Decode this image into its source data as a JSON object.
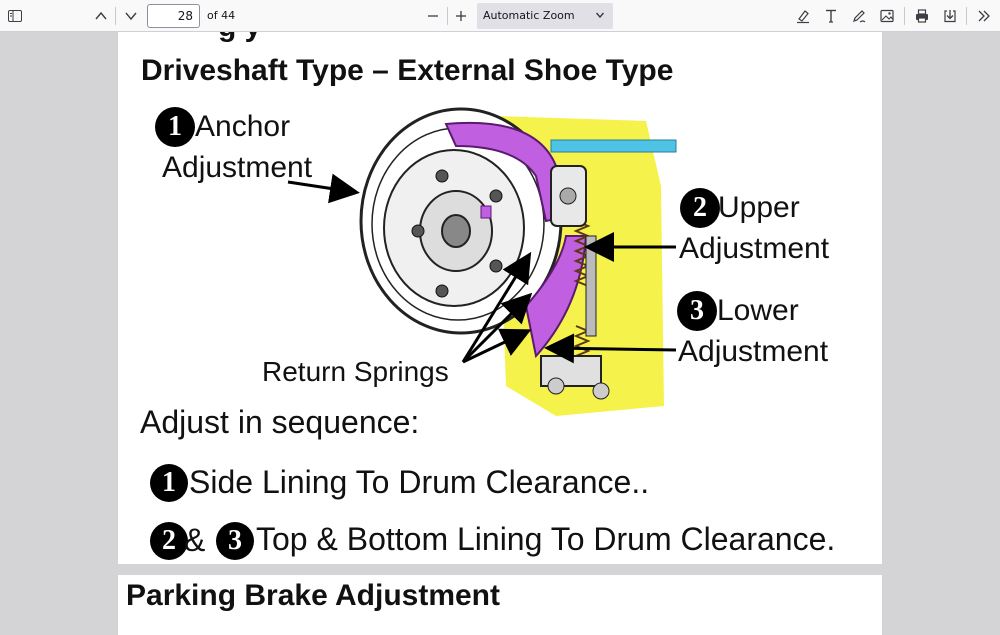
{
  "toolbar": {
    "page_number": "28",
    "page_total": "of 44",
    "zoom": "Automatic Zoom",
    "icons": [
      "sidebar-toggle-icon",
      "previous-page-icon",
      "next-page-icon",
      "zoom-out-icon",
      "zoom-in-icon",
      "highlight-icon",
      "text-icon",
      "draw-icon",
      "image-icon",
      "print-icon",
      "save-icon",
      "more-tools-icon"
    ]
  },
  "page1": {
    "cut_text": "g        y",
    "title": "Driveshaft Type – External Shoe Type",
    "anchor": {
      "num": "1",
      "line1": "Anchor",
      "line2": "Adjustment"
    },
    "upper": {
      "num": "2",
      "line1": "Upper",
      "line2": "Adjustment"
    },
    "lower": {
      "num": "3",
      "line1": "Lower",
      "line2": "Adjustment"
    },
    "springs": "Return Springs",
    "sequence": "Adjust in sequence:",
    "step1": {
      "num": "1",
      "text": "Side Lining To Drum Clearance.."
    },
    "step2": {
      "num_a": "2",
      "amp": "&",
      "num_b": "3",
      "text": "Top & Bottom Lining To Drum Clearance."
    }
  },
  "page2": {
    "title": "Parking Brake Adjustment"
  }
}
